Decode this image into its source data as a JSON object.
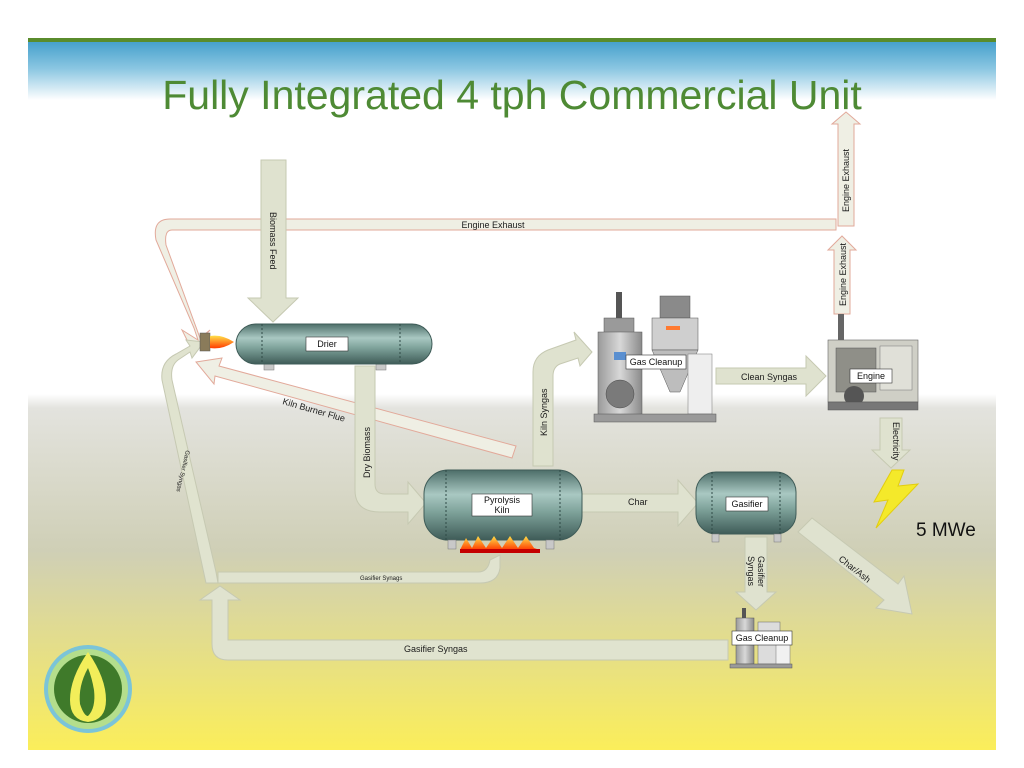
{
  "slide": {
    "title": "Fully Integrated 4 tph Commercial Unit"
  },
  "equipment": {
    "drier": "Drier",
    "pyrolysis_kiln_line1": "Pyrolysis",
    "pyrolysis_kiln_line2": "Kiln",
    "gasifier": "Gasifier",
    "gas_cleanup_main": "Gas Cleanup",
    "gas_cleanup_small": "Gas Cleanup",
    "engine": "Engine"
  },
  "streams": {
    "engine_exhaust_horizontal": "Engine Exhaust",
    "engine_exhaust_upper": "Engine Exhaust",
    "engine_exhaust_lower": "Engine Exhaust",
    "biomass_feed": "Biomass Feed",
    "kiln_burner_flue": "Kiln Burner Flue",
    "dry_biomass": "Dry Biomass",
    "kiln_syngas": "Kiln Syngas",
    "clean_syngas": "Clean Syngas",
    "char": "Char",
    "gasifier_syngas_vertical_line1": "Gasifier",
    "gasifier_syngas_vertical_line2": "Syngas",
    "char_ash": "Char/Ash",
    "electricity": "Electricity",
    "gasifier_syngas_small": "Gasifier Synags",
    "gasifier_syngas_left_vertical": "Gasifier Syngas",
    "gasifier_syngas_bottom": "Gasifier Syngas"
  },
  "output": {
    "power": "5 MWe"
  },
  "colors": {
    "title": "#4e8a34",
    "arrow_fill": "#e4e7d6",
    "vessel_body": "#7ea29a",
    "logo_green": "#3f7a2a",
    "logo_yellow": "#f2ee5a",
    "bolt": "#f4e92a",
    "flame": "#ff6a10"
  },
  "icons": {
    "logo": "flame-drop-logo-icon",
    "lightning": "lightning-bolt-icon",
    "burner": "burner-flame-icon"
  }
}
